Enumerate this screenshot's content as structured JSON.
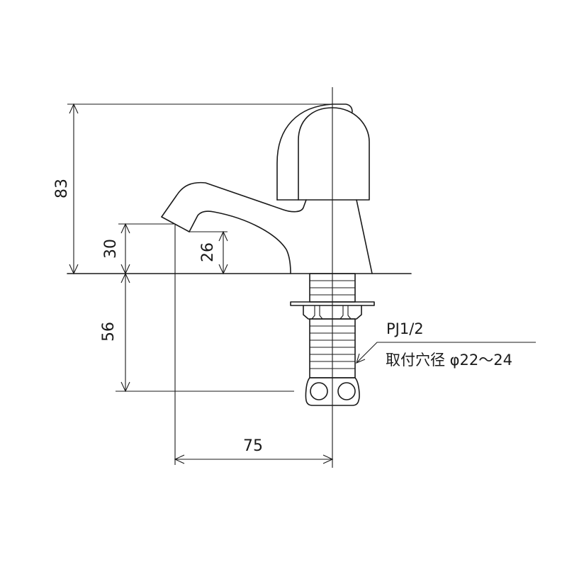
{
  "drawing": {
    "subject": "single-lever faucet side elevation",
    "dimensions": {
      "overall_height": "83",
      "spout_height": "30",
      "spout_outlet_clearance": "26",
      "shank_length": "56",
      "spout_reach": "75"
    },
    "annotations": {
      "thread_spec": "PJ1/2",
      "mounting_hole": "取付穴径 φ22〜24"
    },
    "colors": {
      "line": "#1a1a1a",
      "background": "#ffffff"
    }
  }
}
